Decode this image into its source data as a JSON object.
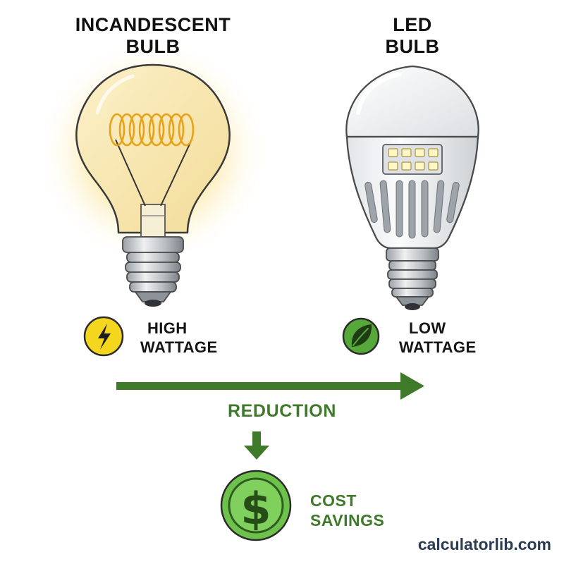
{
  "incandescent": {
    "title_line1": "INCANDESCENT",
    "title_line2": "BULB",
    "badge_icon": "lightning-icon",
    "wattage_line1": "HIGH",
    "wattage_line2": "WATTAGE"
  },
  "led": {
    "title_line1": "LED",
    "title_line2": "BULB",
    "badge_icon": "leaf-icon",
    "wattage_line1": "LOW",
    "wattage_line2": "WATTAGE"
  },
  "flow": {
    "reduction_label": "REDUCTION",
    "savings_icon": "dollar-coin-icon",
    "coin_symbol": "$",
    "savings_line1": "COST",
    "savings_line2": "SAVINGS"
  },
  "watermark": "calculatorlib.com",
  "colors": {
    "glow": "#fde9a8",
    "glass": "#f7e6b0",
    "filament": "#e8a21a",
    "accent_green": "#3f7a2a",
    "coin_green": "#6cc24a",
    "badge_yellow": "#f5d61e"
  }
}
